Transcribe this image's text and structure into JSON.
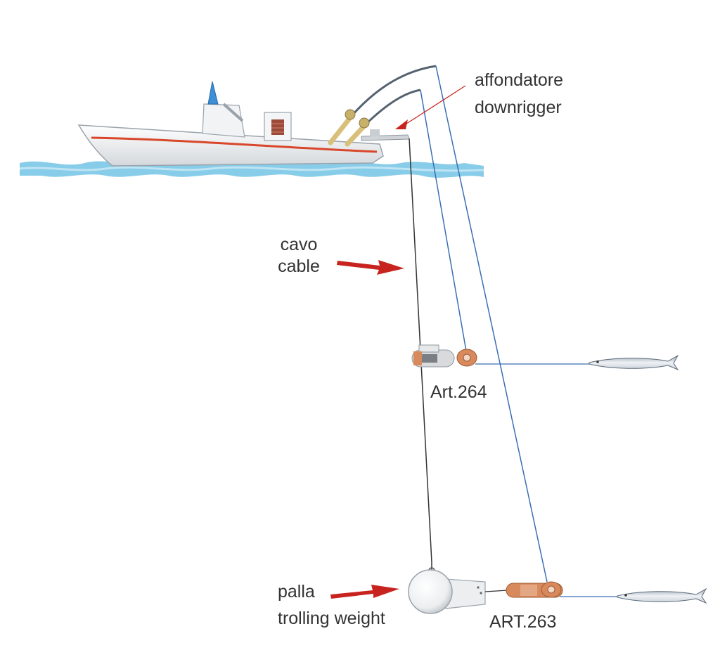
{
  "labels": {
    "downrigger_it": "affondatore",
    "downrigger_en": "downrigger",
    "cable_it": "cavo",
    "cable_en": "cable",
    "release_264": "Art.264",
    "release_263": "ART.263",
    "weight_it": "palla",
    "weight_en": "trolling weight"
  },
  "icons": {
    "boat": "boat-icon",
    "fish": "baitfish-icon",
    "weight": "trolling-weight-icon",
    "release": "line-release-clip-icon",
    "arrow": "red-arrow-icon"
  },
  "colors": {
    "water": "#87cce8",
    "hull_stripe": "#d9472b",
    "arrow": "#c8241f",
    "fishing_line": "#3a6fb5",
    "cable": "#333333",
    "release_orange": "#d98a5c",
    "rod_butt": "#d9c07a"
  }
}
